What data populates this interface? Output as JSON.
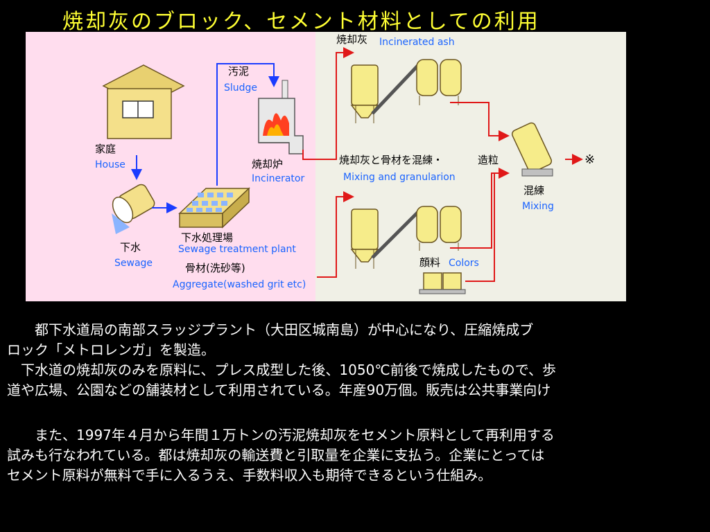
{
  "title": "焼却灰のブロック、セメント材料としての利用",
  "diagram": {
    "house_jp": "家庭",
    "house_en": "House",
    "sewage_jp": "下水",
    "sewage_en": "Sewage",
    "plant_jp": "下水処理場",
    "plant_en": "Sewage treatment plant",
    "aggregate_jp": "骨材(洗砂等)",
    "aggregate_en": "Aggregate(washed grit etc)",
    "sludge_jp": "汚泥",
    "sludge_en": "Sludge",
    "incinerator_jp": "焼却炉",
    "incinerator_en": "Incinerator",
    "ash_jp": "焼却灰",
    "ash_en": "Incinerated ash",
    "mixing_process_jp": "焼却灰と骨材を混練・",
    "mixing_process_en": "Mixing and granularion",
    "granulation_jp": "造粒",
    "mixing_jp": "混練",
    "mixing_en": "Mixing",
    "colors_jp": "顔料",
    "colors_en": "Colors",
    "note_mark": "※"
  },
  "paragraphs": {
    "p1_line1": "　　都下水道局の南部スラッジプラント（大田区城南島）が中心になり、圧縮焼成ブ",
    "p1_line2": "ロック「メトロレンガ」を製造。",
    "p1_line3": "　下水道の焼却灰のみを原料に、プレス成型した後、1050℃前後で焼成したもので、歩",
    "p1_line4": "道や広場、公園などの舗装材として利用されている。年産90万個。販売は公共事業向け",
    "p2_line1": "　　また、1997年４月から年間１万トンの汚泥焼却灰をセメント原料として再利用する",
    "p2_line2": "試みも行なわれている。都は焼却灰の輸送費と引取量を企業に支払う。企業にとっては",
    "p2_line3": "セメント原料が無料で手に入るうえ、手数料収入も期待できるという仕組み。"
  }
}
